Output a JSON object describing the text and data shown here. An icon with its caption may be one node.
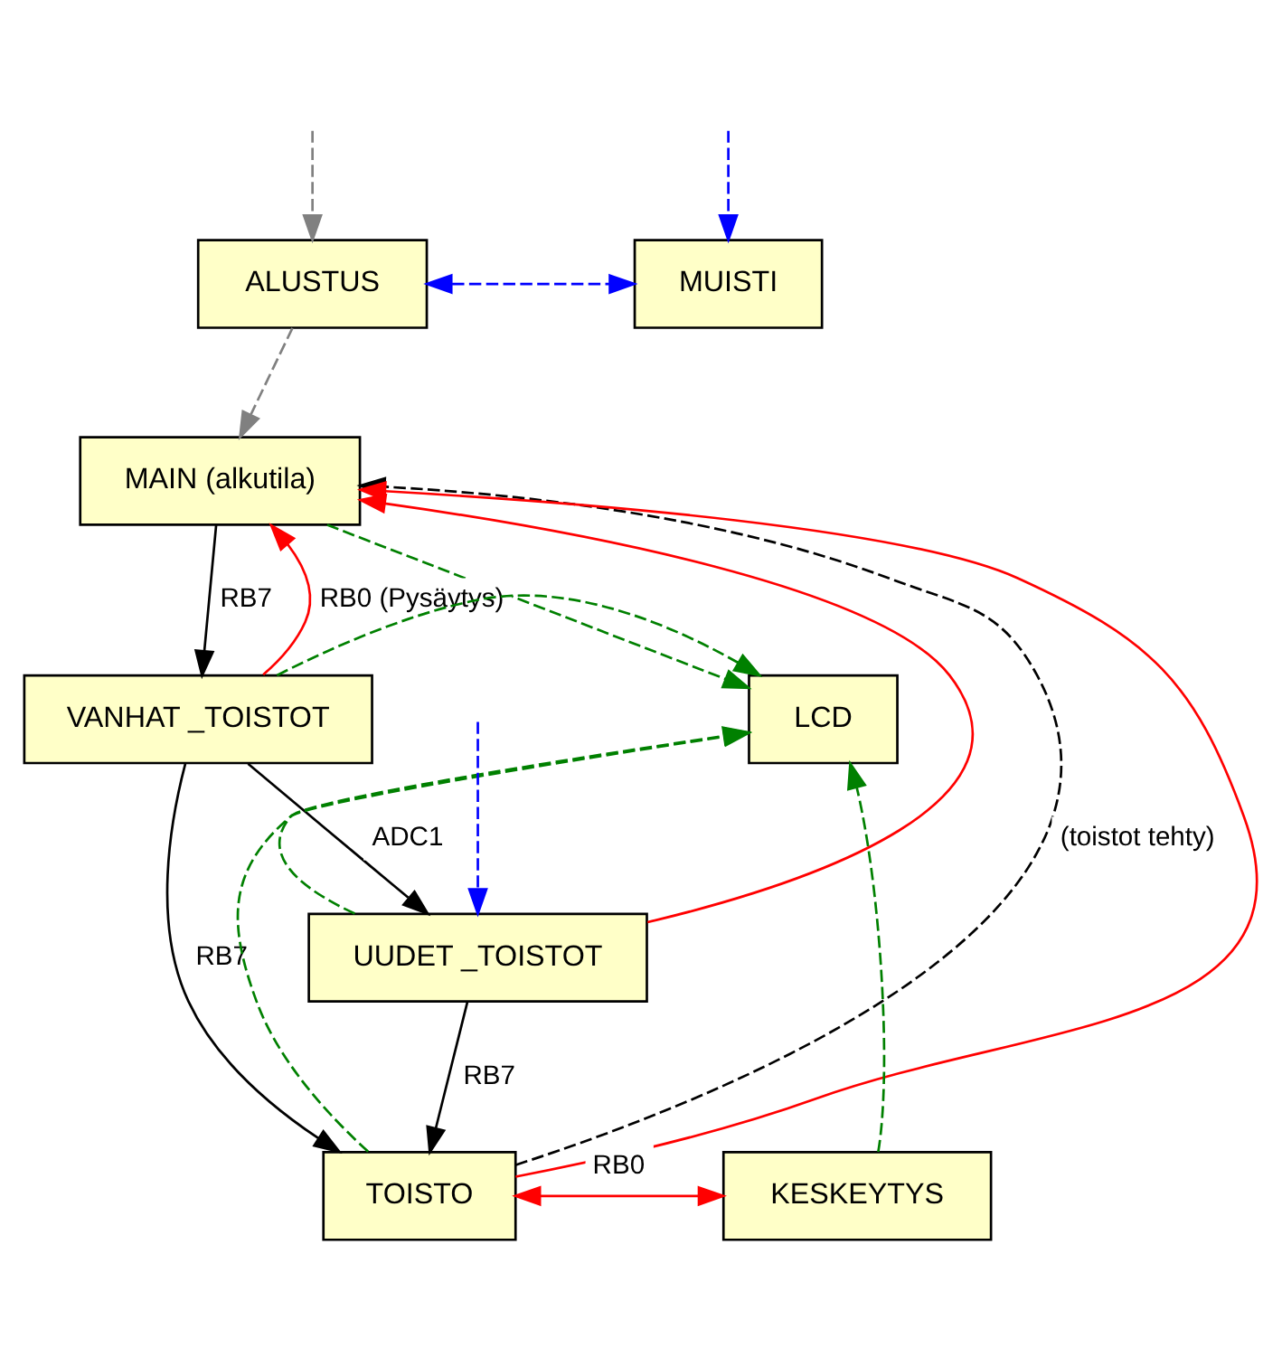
{
  "diagram": {
    "nodes": [
      {
        "text": [
          "ALUSTUS"
        ]
      },
      {
        "text": [
          "MAIN (alkutila)"
        ]
      },
      {
        "text": [
          "VANHAT _TOISTOT"
        ]
      },
      {
        "text": [
          "UUDET _TOISTOT"
        ]
      },
      {
        "text": [
          "TOISTO"
        ]
      },
      {
        "text": [
          "MUISTI"
        ]
      },
      {
        "text": [
          "LCD"
        ]
      },
      {
        "text": [
          "KESKEYTYS"
        ]
      }
    ],
    "edges": [
      {
        "from": null,
        "to": 0,
        "arrow": "to",
        "style": "dashed",
        "color": "#808080"
      },
      {
        "from": 0,
        "to": 1,
        "arrow": "to",
        "style": "dashed",
        "color": "#808080"
      },
      {
        "from": 1,
        "to": 2,
        "arrow": "to",
        "label": "RB7"
      },
      {
        "from": 2,
        "to": 3,
        "arrow": "to",
        "label": "ADC1"
      },
      {
        "from": 3,
        "to": 4,
        "arrow": "to",
        "label": "RB7"
      },
      {
        "from": 2,
        "to": 4,
        "arrow": "to",
        "label": "RB7"
      },
      {
        "from": 4,
        "to": 1,
        "arrow": "to",
        "style": "dashed",
        "label": "(toistot tehty)"
      },
      {
        "from": 2,
        "to": 1,
        "arrow": "to",
        "color": "#ff0000",
        "label": "RB0 (Pysäytys)"
      },
      {
        "from": 3,
        "to": 1,
        "arrow": "to",
        "color": "#ff0000"
      },
      {
        "from": 4,
        "to": 1,
        "arrow": "to",
        "color": "#ff0000"
      },
      {
        "from": 4,
        "to": 7,
        "arrow": "both",
        "color": "#ff0000",
        "label": "RB0"
      },
      {
        "from": 0,
        "to": 5,
        "arrow": "both",
        "style": "dashed",
        "color": "#0000ff"
      },
      {
        "from": null,
        "to": 5,
        "arrow": "to",
        "style": "dashed",
        "color": "#0000ff"
      },
      {
        "from": null,
        "to": 3,
        "arrow": "to",
        "style": "dashed",
        "color": "#0000ff"
      },
      {
        "from": 1,
        "to": 6,
        "arrow": "to",
        "style": "dashed",
        "color": "#008000"
      },
      {
        "from": 2,
        "to": 6,
        "arrow": "to",
        "style": "dashed",
        "color": "#008000"
      },
      {
        "from": 3,
        "to": 6,
        "arrow": "to",
        "style": "dashed",
        "color": "#008000"
      },
      {
        "from": 4,
        "to": 6,
        "arrow": "to",
        "style": "dashed",
        "color": "#008000"
      },
      {
        "from": 7,
        "to": 6,
        "arrow": "to",
        "style": "dashed",
        "color": "#008000"
      }
    ]
  }
}
